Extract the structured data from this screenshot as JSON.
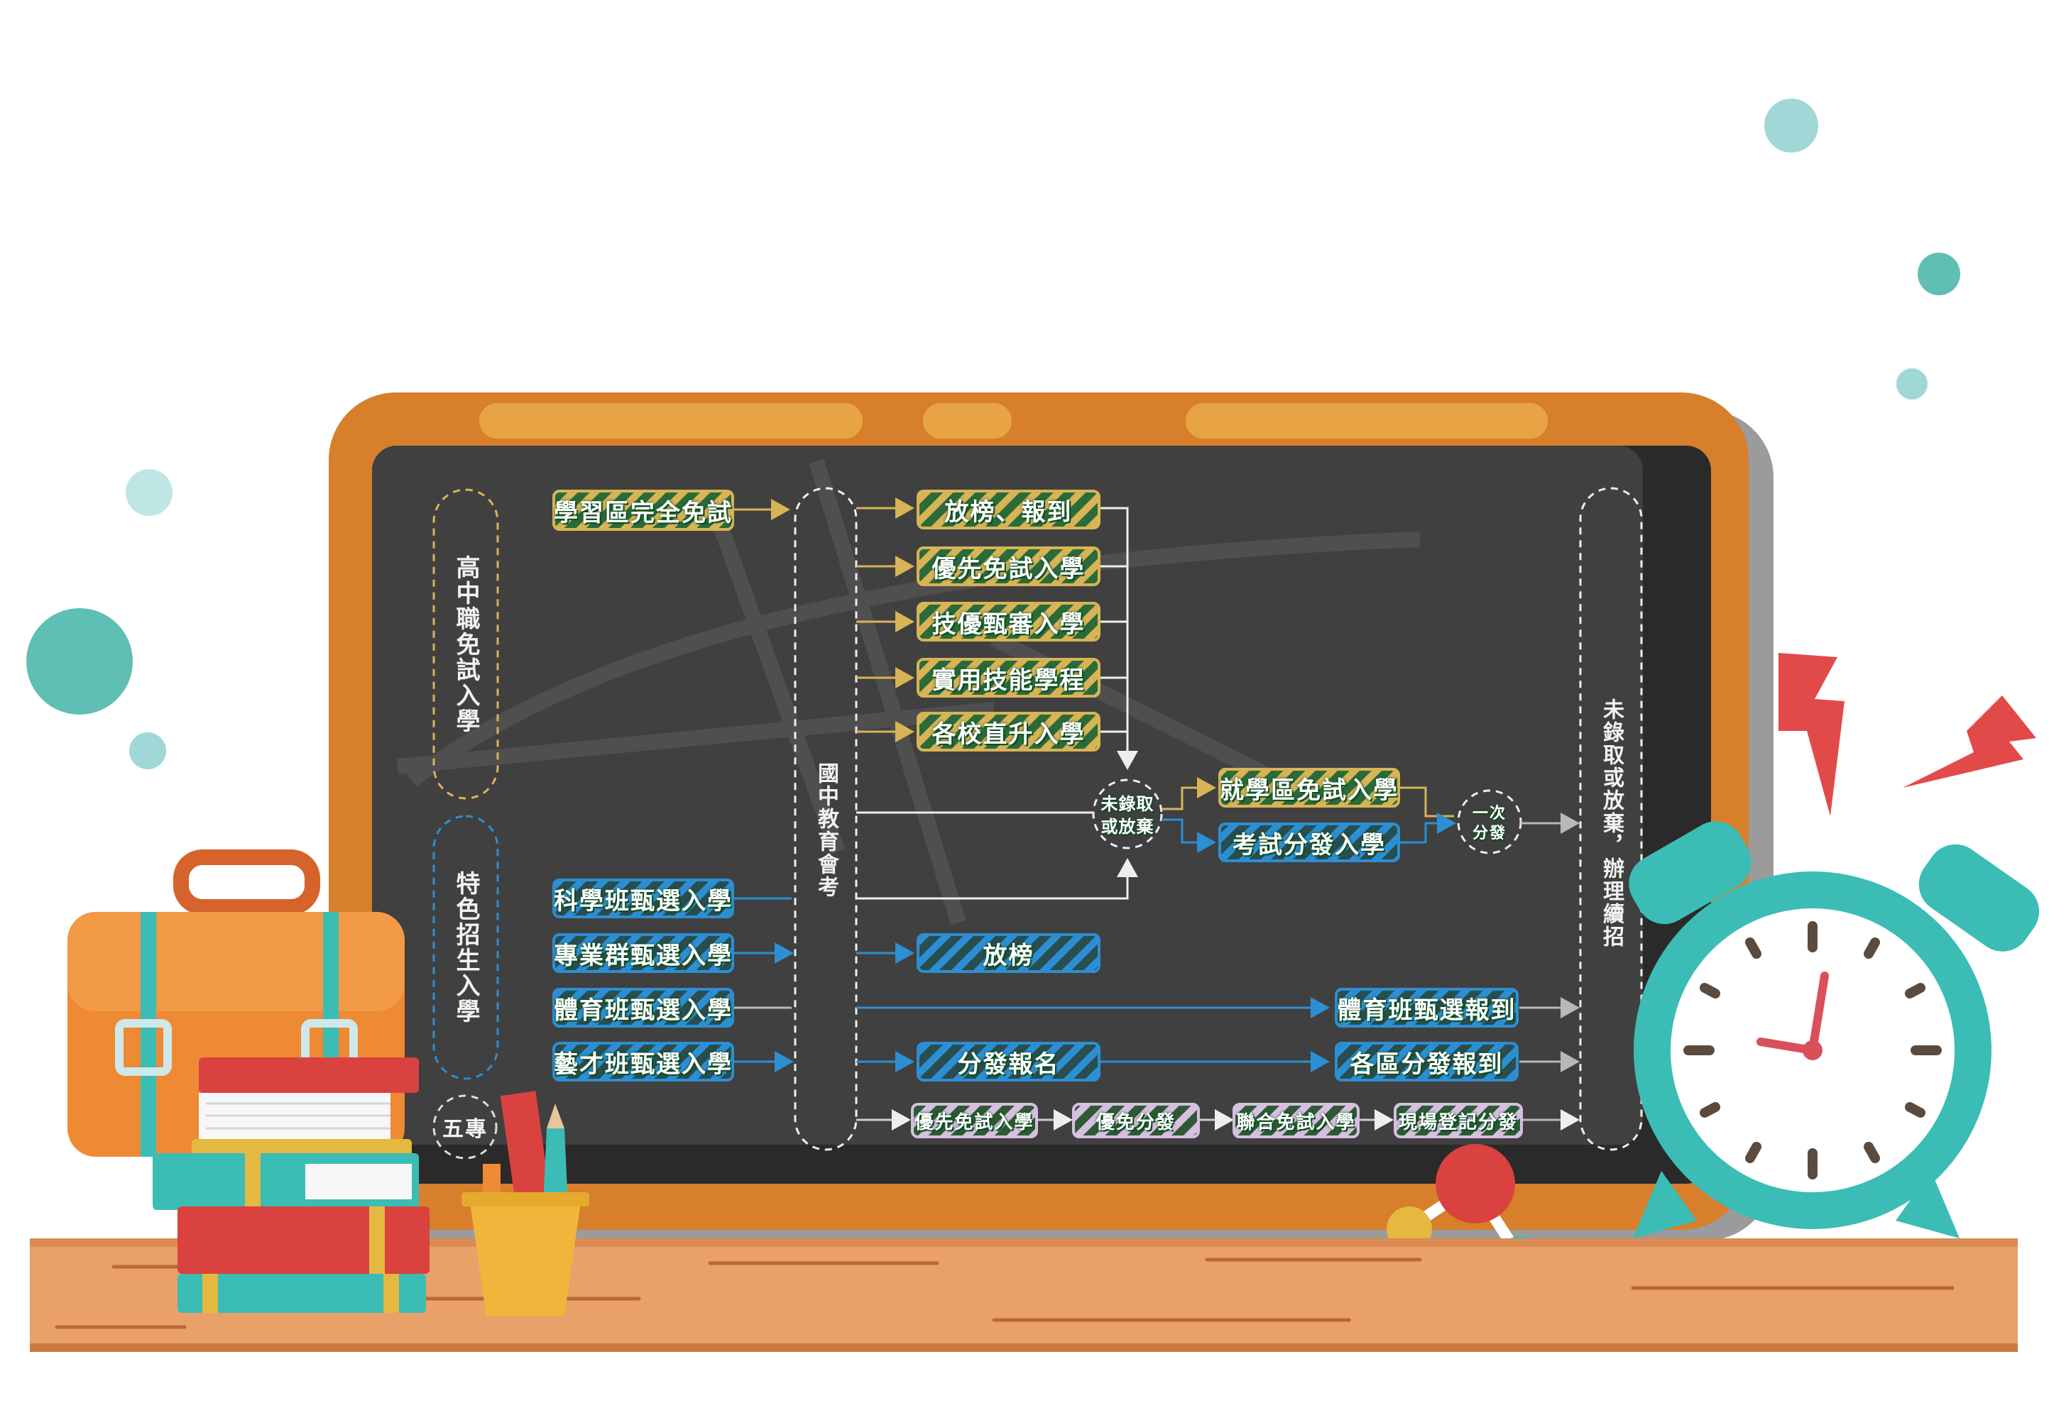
{
  "left_groups": {
    "group1": "高中職免試入學",
    "group2": "特色招生入學",
    "group3": "五專"
  },
  "center_column": "國中教育會考",
  "right_column": "未錄取或放棄，辦理續招",
  "entry_boxes": {
    "school_district": "學習區完全免試",
    "science": "科學班甄選入學",
    "professional": "專業群甄選入學",
    "sports": "體育班甄選入學",
    "arts": "藝才班甄選入學"
  },
  "mid_boxes": {
    "release_report": "放榜、報到",
    "priority": "優先免試入學",
    "skills": "技優甄審入學",
    "practical": "實用技能學程",
    "direct": "各校直升入學",
    "release": "放榜",
    "distribution_signup": "分發報名"
  },
  "decision_node": {
    "line1": "未錄取",
    "line2": "或放棄"
  },
  "district_exam": {
    "district_free": "就學區免試入學",
    "exam_distribution": "考試分發入學"
  },
  "once_node": {
    "line1": "一次",
    "line2": "分發"
  },
  "report_boxes": {
    "sports_report": "體育班甄選報到",
    "district_report": "各區分發報到"
  },
  "five_year_row": [
    "優先免試入學",
    "優免分發",
    "聯合免試入學",
    "現場登記分發"
  ],
  "colors": {
    "board": "#404040",
    "frame": "#d77f2b",
    "yellow_box": "#d8b456",
    "blue_box": "#2c8fd3",
    "pink_box": "#d7bfe0",
    "box_fill": "#2b6b3a",
    "teal": "#3bbdb5",
    "red_bolt": "#e24a4a"
  }
}
